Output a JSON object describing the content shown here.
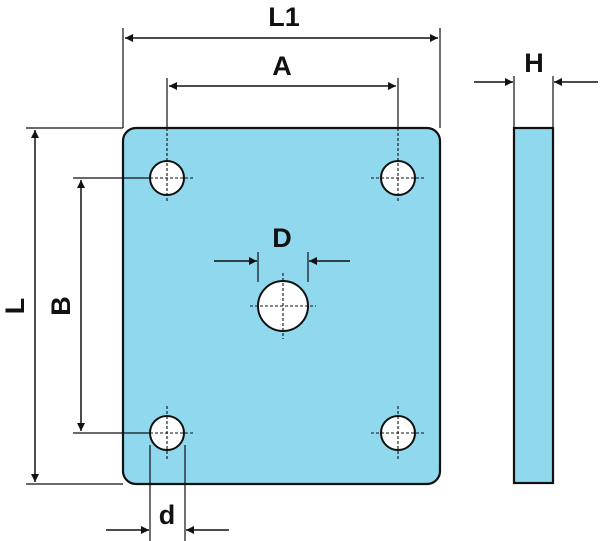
{
  "diagram": {
    "labels": {
      "overall_width": "L1",
      "hole_spacing_x": "A",
      "thickness": "H",
      "center_hole_diameter": "D",
      "overall_length": "L",
      "hole_spacing_y": "B",
      "corner_hole_diameter": "d"
    },
    "colors": {
      "plate_fill": "#8FD8EE",
      "line": "#111111",
      "hole_fill": "#FFFFFF",
      "background": "#FFFFFF"
    }
  }
}
